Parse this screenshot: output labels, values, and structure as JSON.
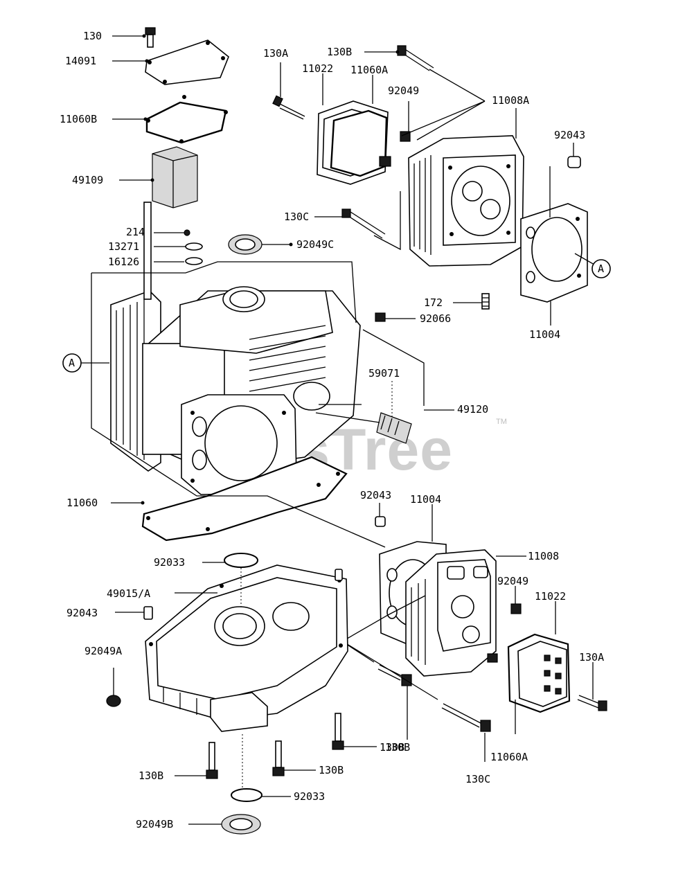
{
  "diagram": {
    "labels": {
      "l130": "130",
      "l14091": "14091",
      "l11060B": "11060B",
      "l49109": "49109",
      "l130A_top": "130A",
      "l130B_top": "130B",
      "l11022_top": "11022",
      "l11060A_top": "11060A",
      "l92049_top": "92049",
      "l11008A": "11008A",
      "l92043_top": "92043",
      "l130C_top": "130C",
      "l214": "214",
      "l13271": "13271",
      "l16126": "16126",
      "l92049C": "92049C",
      "l172": "172",
      "l11004_top": "11004",
      "l92066": "92066",
      "lA_left": "A",
      "lA_right": "A",
      "l59071": "59071",
      "l49120": "49120",
      "l11060": "11060",
      "l92043_mid": "92043",
      "l11004_mid": "11004",
      "l11008": "11008",
      "l92033_top": "92033",
      "l49015A": "49015/A",
      "l92049_mid": "92049",
      "l11022_bot": "11022",
      "l92043_left": "92043",
      "l92049A": "92049A",
      "l130A_bot": "130A",
      "l130B_mid": "130B",
      "l130B_low": "130B",
      "l130B_left": "130B",
      "l130B_bot2": "130B",
      "l11060A_bot": "11060A",
      "l130C_bot": "130C",
      "l92033_bot": "92033",
      "l92049B": "92049B"
    },
    "watermark": "PartsTree",
    "trademark": "TM"
  }
}
